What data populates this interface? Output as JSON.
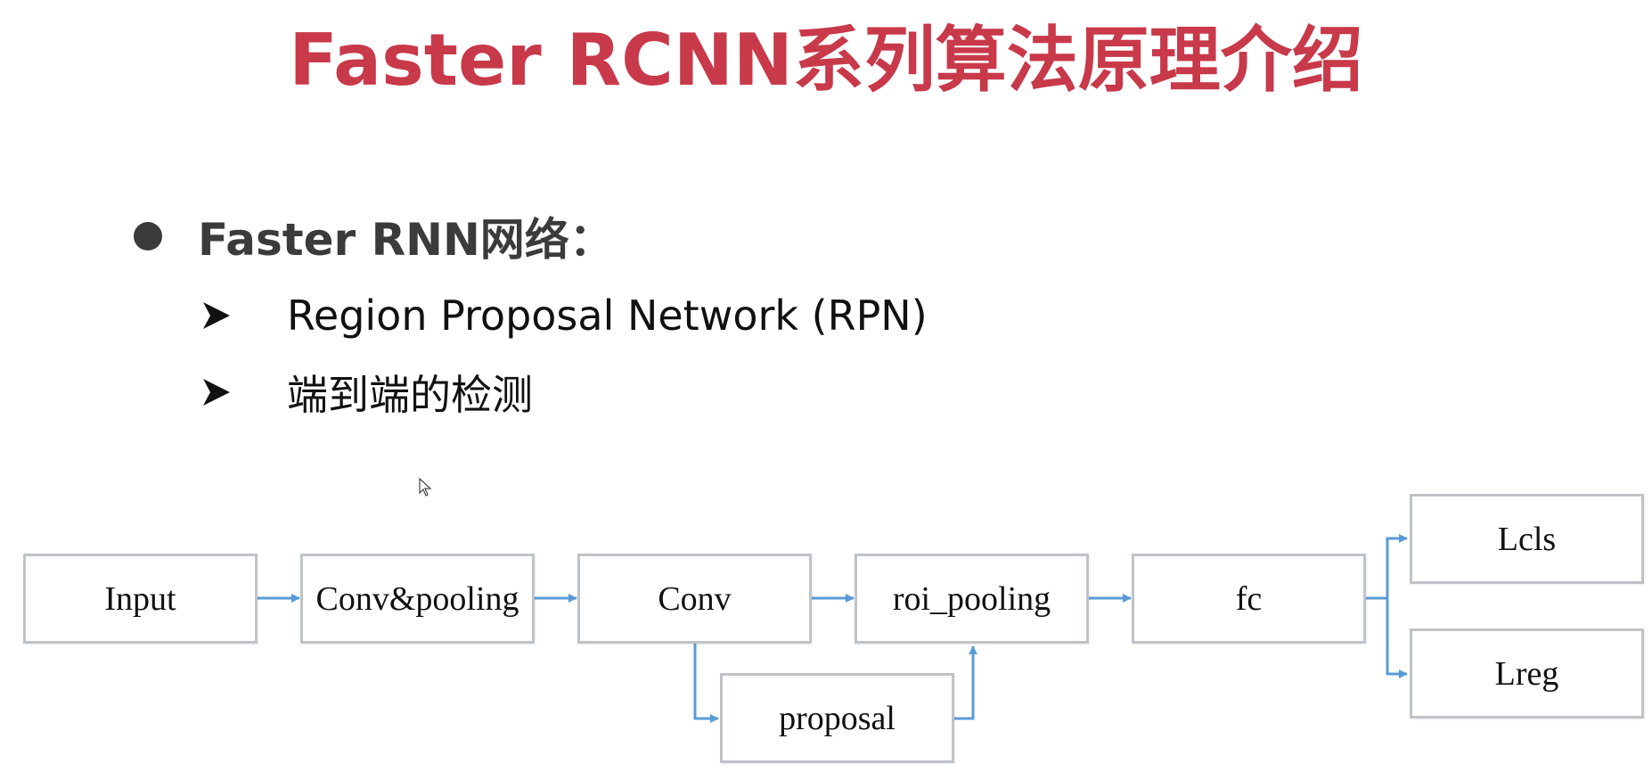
{
  "title": "Faster RCNN系列算法原理介绍",
  "bullet": {
    "text": "Faster RNN网络："
  },
  "sub_items": [
    {
      "text": "Region Proposal Network (RPN)"
    },
    {
      "text": "端到端的检测"
    }
  ],
  "colors": {
    "title": "#c8394a",
    "bullet_text": "#3b3b3b",
    "box_border": "#bfc3c8",
    "arrow": "#5b9bd5"
  },
  "diagram": {
    "nodes": {
      "input": "Input",
      "conv_pooling": "Conv&pooling",
      "conv": "Conv",
      "roi_pooling": "roi_pooling",
      "fc": "fc",
      "lcls": "Lcls",
      "lreg": "Lreg",
      "proposal": "proposal"
    }
  }
}
